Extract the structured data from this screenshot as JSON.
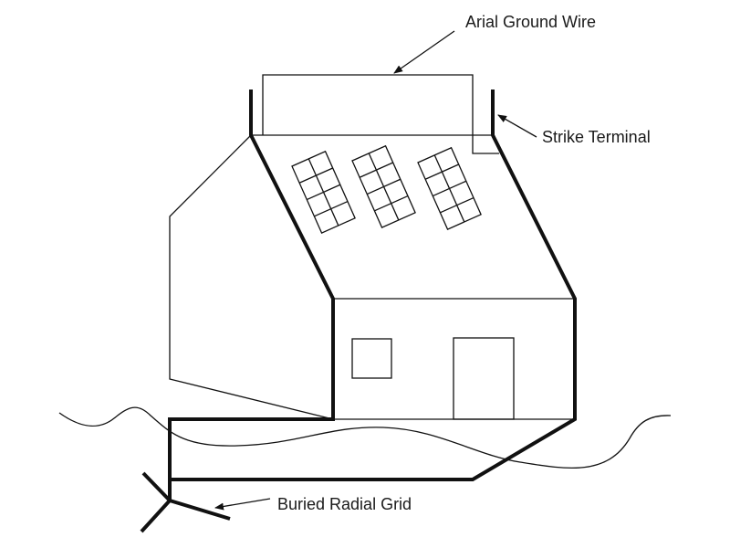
{
  "labels": {
    "aerial_wire": "Arial Ground Wire",
    "strike_terminal": "Strike Terminal",
    "radial_grid": "Buried Radial Grid"
  },
  "colors": {
    "line": "#111111",
    "background": "#ffffff"
  }
}
